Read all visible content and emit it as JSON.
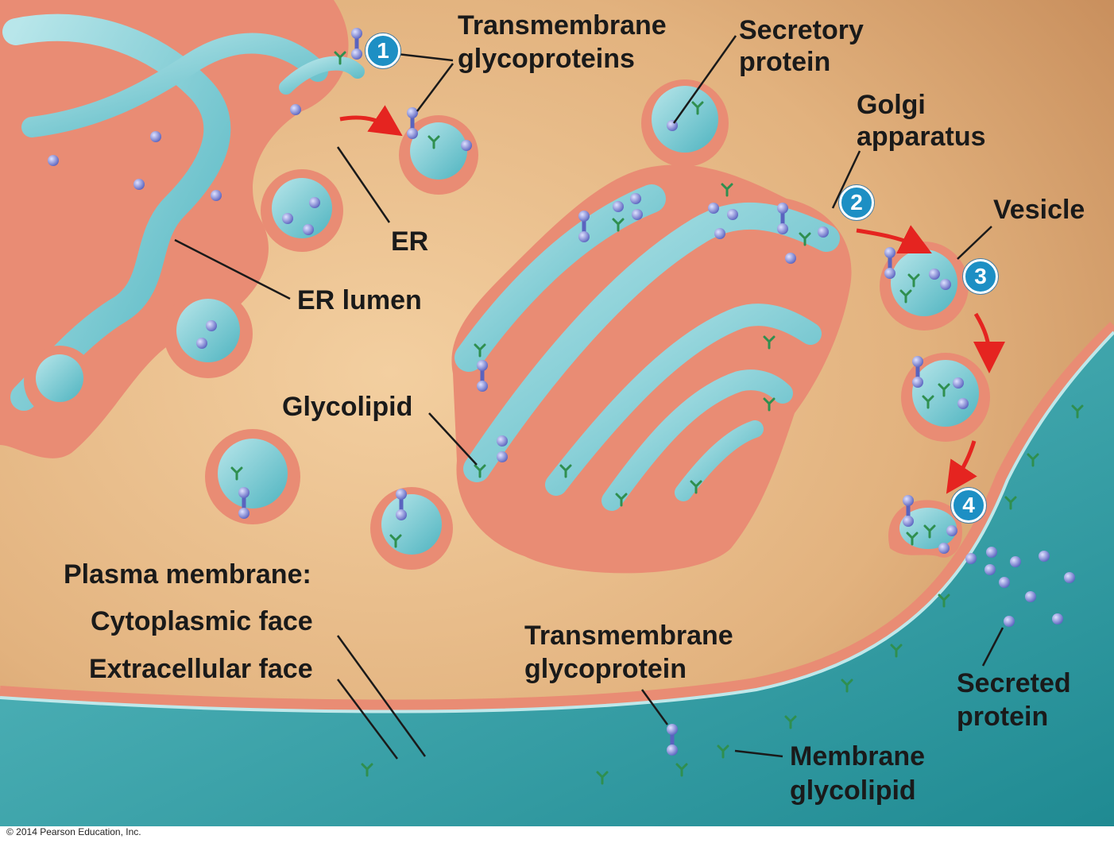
{
  "labels": {
    "transmembrane_glycoproteins_1": "Transmembrane",
    "transmembrane_glycoproteins_2": "glycoproteins",
    "secretory_protein_1": "Secretory",
    "secretory_protein_2": "protein",
    "golgi_1": "Golgi",
    "golgi_2": "apparatus",
    "vesicle": "Vesicle",
    "er": "ER",
    "er_lumen": "ER lumen",
    "glycolipid": "Glycolipid",
    "plasma_membrane": "Plasma membrane:",
    "cytoplasmic_face": "Cytoplasmic face",
    "extracellular_face": "Extracellular face",
    "transmembrane_glycoprotein_1": "Transmembrane",
    "transmembrane_glycoprotein_2": "glycoprotein",
    "secreted_protein_1": "Secreted",
    "secreted_protein_2": "protein",
    "membrane_glycolipid_1": "Membrane",
    "membrane_glycolipid_2": "glycolipid"
  },
  "steps": [
    "1",
    "2",
    "3",
    "4"
  ],
  "copyright": "© 2014 Pearson Education, Inc.",
  "colors": {
    "cytoplasm": "#e2b27e",
    "membrane": "#e98c74",
    "lumen": "#8fd0d8",
    "extracellular": "#2fa0a6",
    "protein_ball": "#7d86d6",
    "glycan": "#2f8f4f",
    "arrow": "#e52420",
    "step_badge": "#1d8fc4"
  }
}
